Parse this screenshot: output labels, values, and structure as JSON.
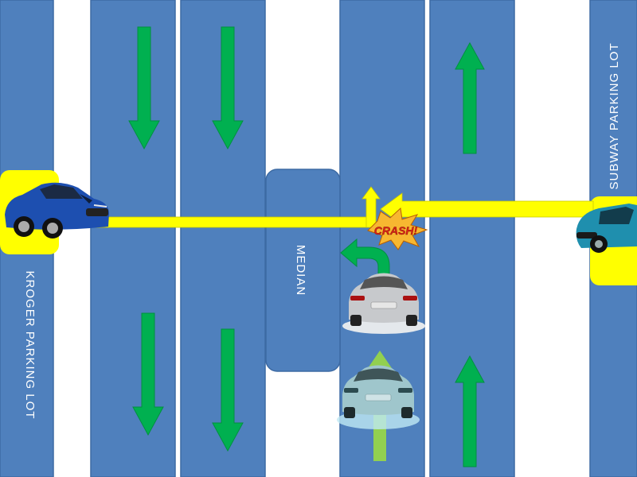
{
  "labels": {
    "kroger": "KROGER  PARKING  LOT",
    "subway": "SUBWAY  PARKING  LOT",
    "median": "MEDIAN",
    "crash": "CRASH!"
  },
  "colors": {
    "lane": "#4f80bd",
    "lane_border": "#3d6aa3",
    "arrow_green": "#00b050",
    "arrow_light_green": "#92d050",
    "path_yellow": "#ffff00",
    "lot_yellow": "#ffff00",
    "background": "#ffffff"
  },
  "icons": {
    "left_car": "blue-sedan-icon",
    "right_car": "teal-suv-icon",
    "silver_car": "silver-sports-car-icon",
    "teal_car": "teal-sports-car-icon",
    "crash": "crash-burst-icon"
  }
}
